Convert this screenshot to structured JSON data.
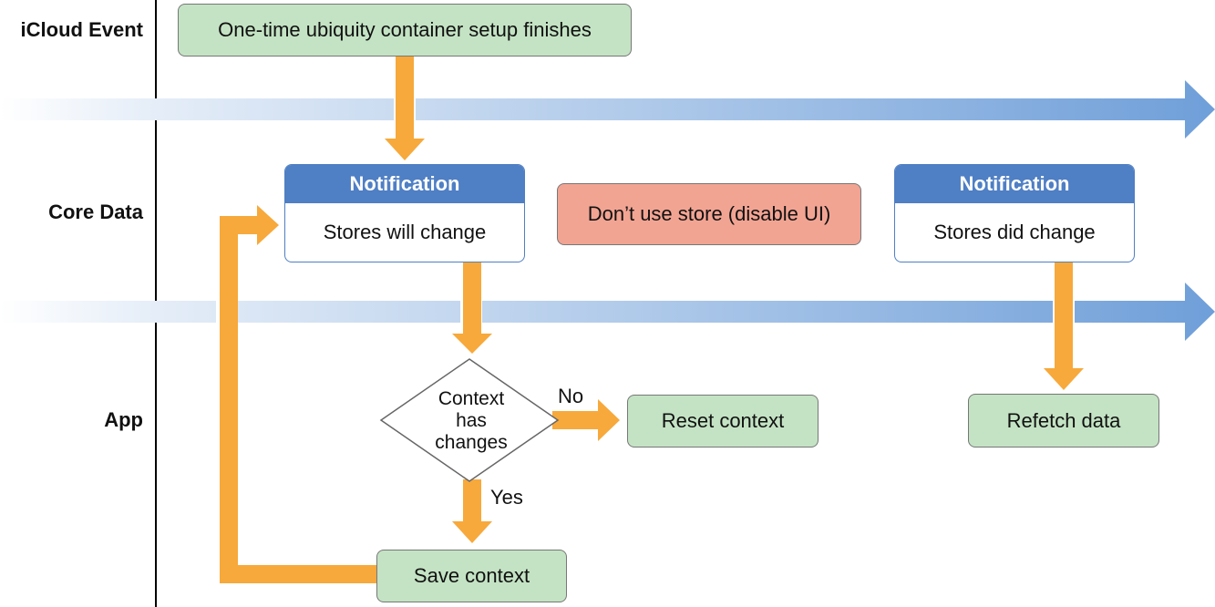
{
  "lanes": {
    "icloud": "iCloud Event",
    "core_data": "Core Data",
    "app": "App"
  },
  "nodes": {
    "setup": "One-time ubiquity container setup finishes",
    "notif_will": {
      "header": "Notification",
      "body": "Stores will change"
    },
    "dont_use": "Don’t use store (disable UI)",
    "notif_did": {
      "header": "Notification",
      "body": "Stores did change"
    },
    "decision": {
      "line1": "Context",
      "line2": "has",
      "line3": "changes"
    },
    "reset": "Reset context",
    "refetch": "Refetch data",
    "save": "Save context"
  },
  "edge_labels": {
    "no": "No",
    "yes": "Yes"
  },
  "colors": {
    "arrow_orange": "#f7a93b",
    "timeline_blue": "#7ba7db",
    "notification_blue": "#4f7fc4",
    "green_box": "#c4e3c4",
    "pink_box": "#f2a493"
  }
}
